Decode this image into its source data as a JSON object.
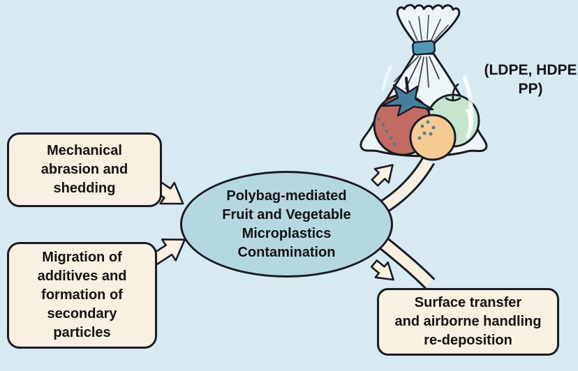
{
  "figure_title": "Polybag-mediated fruit and vegetable microplastics contamination pathway diagram",
  "nodes": {
    "cause_box_1": {
      "text": "Mechanical\nabrasion and\nshedding"
    },
    "cause_box_2": {
      "text": "Migration of\nadditives and\nformation of\nsecondary\nparticles"
    },
    "central_ellipse": {
      "text": "Polybag-mediated\nFruit and Vegetable\nMicroplastics\nContamination"
    },
    "effect_box": {
      "text": "Surface transfer\nand airborne handling\nre-deposition"
    },
    "bag_label": {
      "text": "(LDPE, HDPE\nPP)"
    }
  },
  "icons": {
    "polybag": "polybag-icon",
    "tomato": "tomato-icon",
    "apple": "apple-icon",
    "orange": "orange-icon",
    "cause_arrows": [
      "cause-arrow-1-icon",
      "cause-arrow-2-icon"
    ],
    "effect_arrows": [
      "effect-arrow-top-icon",
      "effect-arrow-bottom-icon"
    ],
    "curved_bands": [
      "curved-band-top-icon",
      "curved-band-bottom-icon"
    ]
  },
  "colors": {
    "background": "#d7eaf2",
    "box_fill": "#f8f0e1",
    "box_border": "#1a1a24",
    "ellipse_fill": "#b5d7e0",
    "arrow_fill": "#f8f0e1",
    "bag_fill": "#edf5f8",
    "bag_tie": "#4e9ab6",
    "tomato": "#c16b64",
    "tomato_calyx": "#44809c",
    "apple": "#c5e5cf",
    "orange": "#f5ca93",
    "particle_dot": "#4e7a95",
    "text": "#121212"
  }
}
